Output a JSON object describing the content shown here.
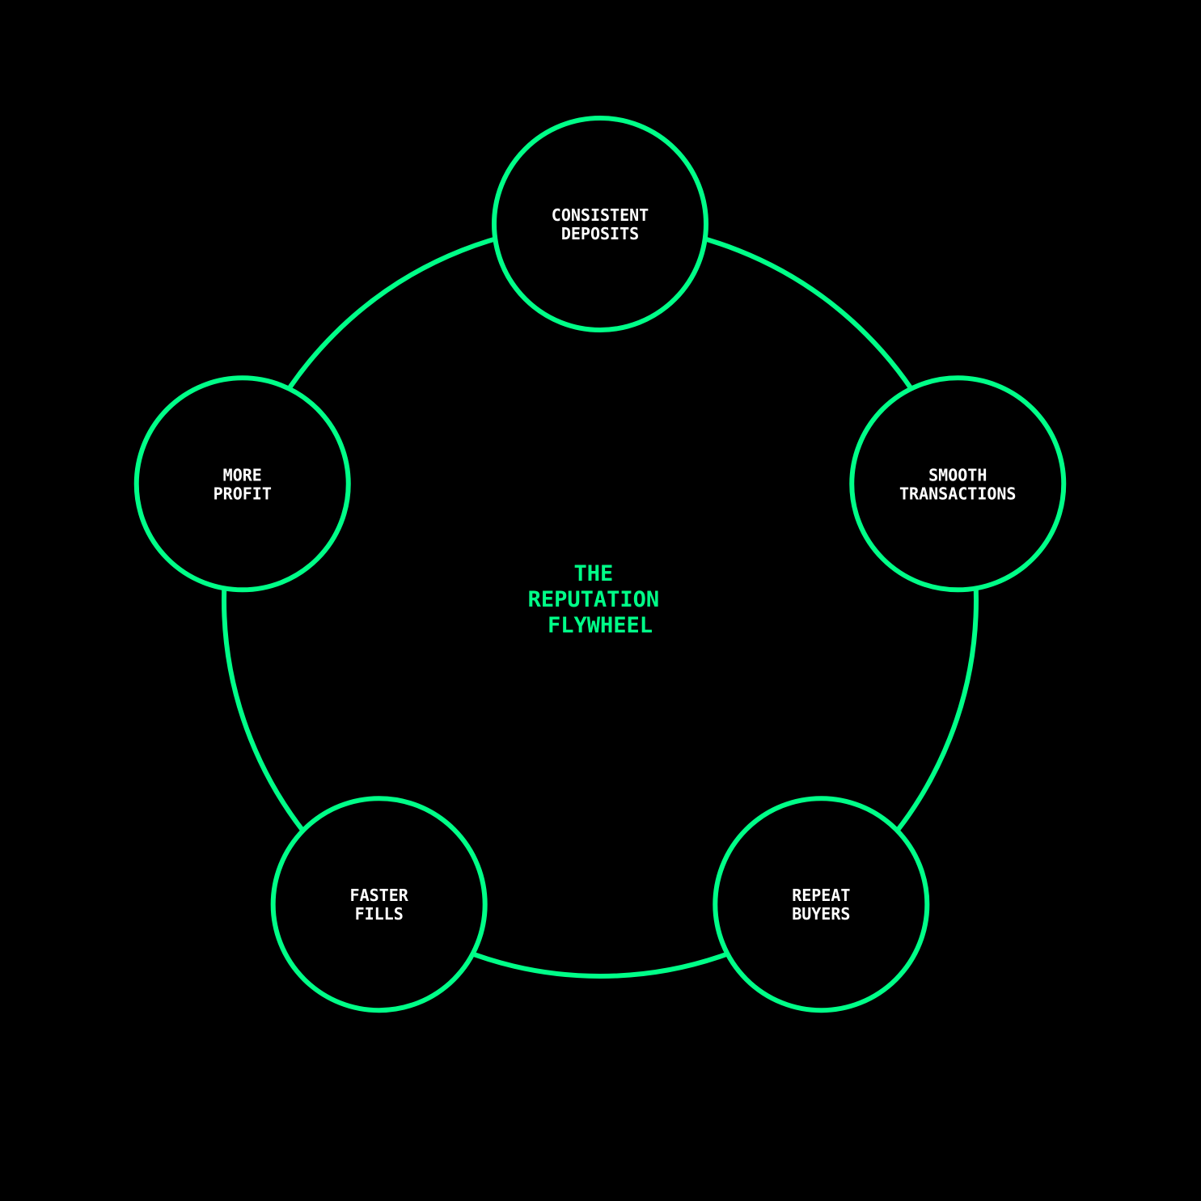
{
  "title": {
    "lines": [
      "THE",
      "REPUTATION",
      "FLYWHEEL"
    ]
  },
  "nodes": [
    {
      "lines": [
        "CONSISTENT",
        "DEPOSITS"
      ]
    },
    {
      "lines": [
        "SMOOTH",
        "TRANSACTIONS"
      ]
    },
    {
      "lines": [
        "REPEAT",
        "BUYERS"
      ]
    },
    {
      "lines": [
        "FASTER",
        "FILLS"
      ]
    },
    {
      "lines": [
        "MORE",
        "PROFIT"
      ]
    }
  ],
  "colors": {
    "accent": "#00ff88",
    "background": "#000000",
    "text": "#ffffff"
  }
}
